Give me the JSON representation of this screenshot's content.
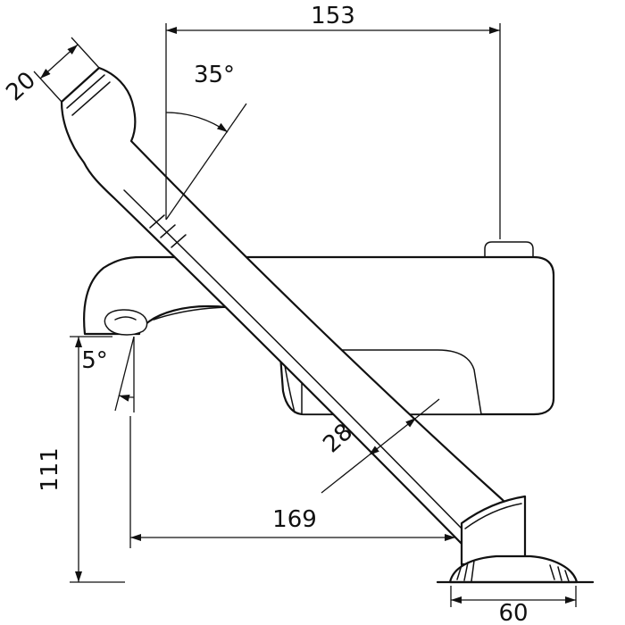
{
  "diagram": {
    "background": "#ffffff",
    "line_color": "#111111",
    "labels": {
      "top_width": "153",
      "wand_angle": "35°",
      "head_thickness": "20",
      "outlet_angle": "5°",
      "wand_diameter": "28",
      "spout_height": "111",
      "horizontal_reach": "169",
      "base_width": "60"
    }
  }
}
